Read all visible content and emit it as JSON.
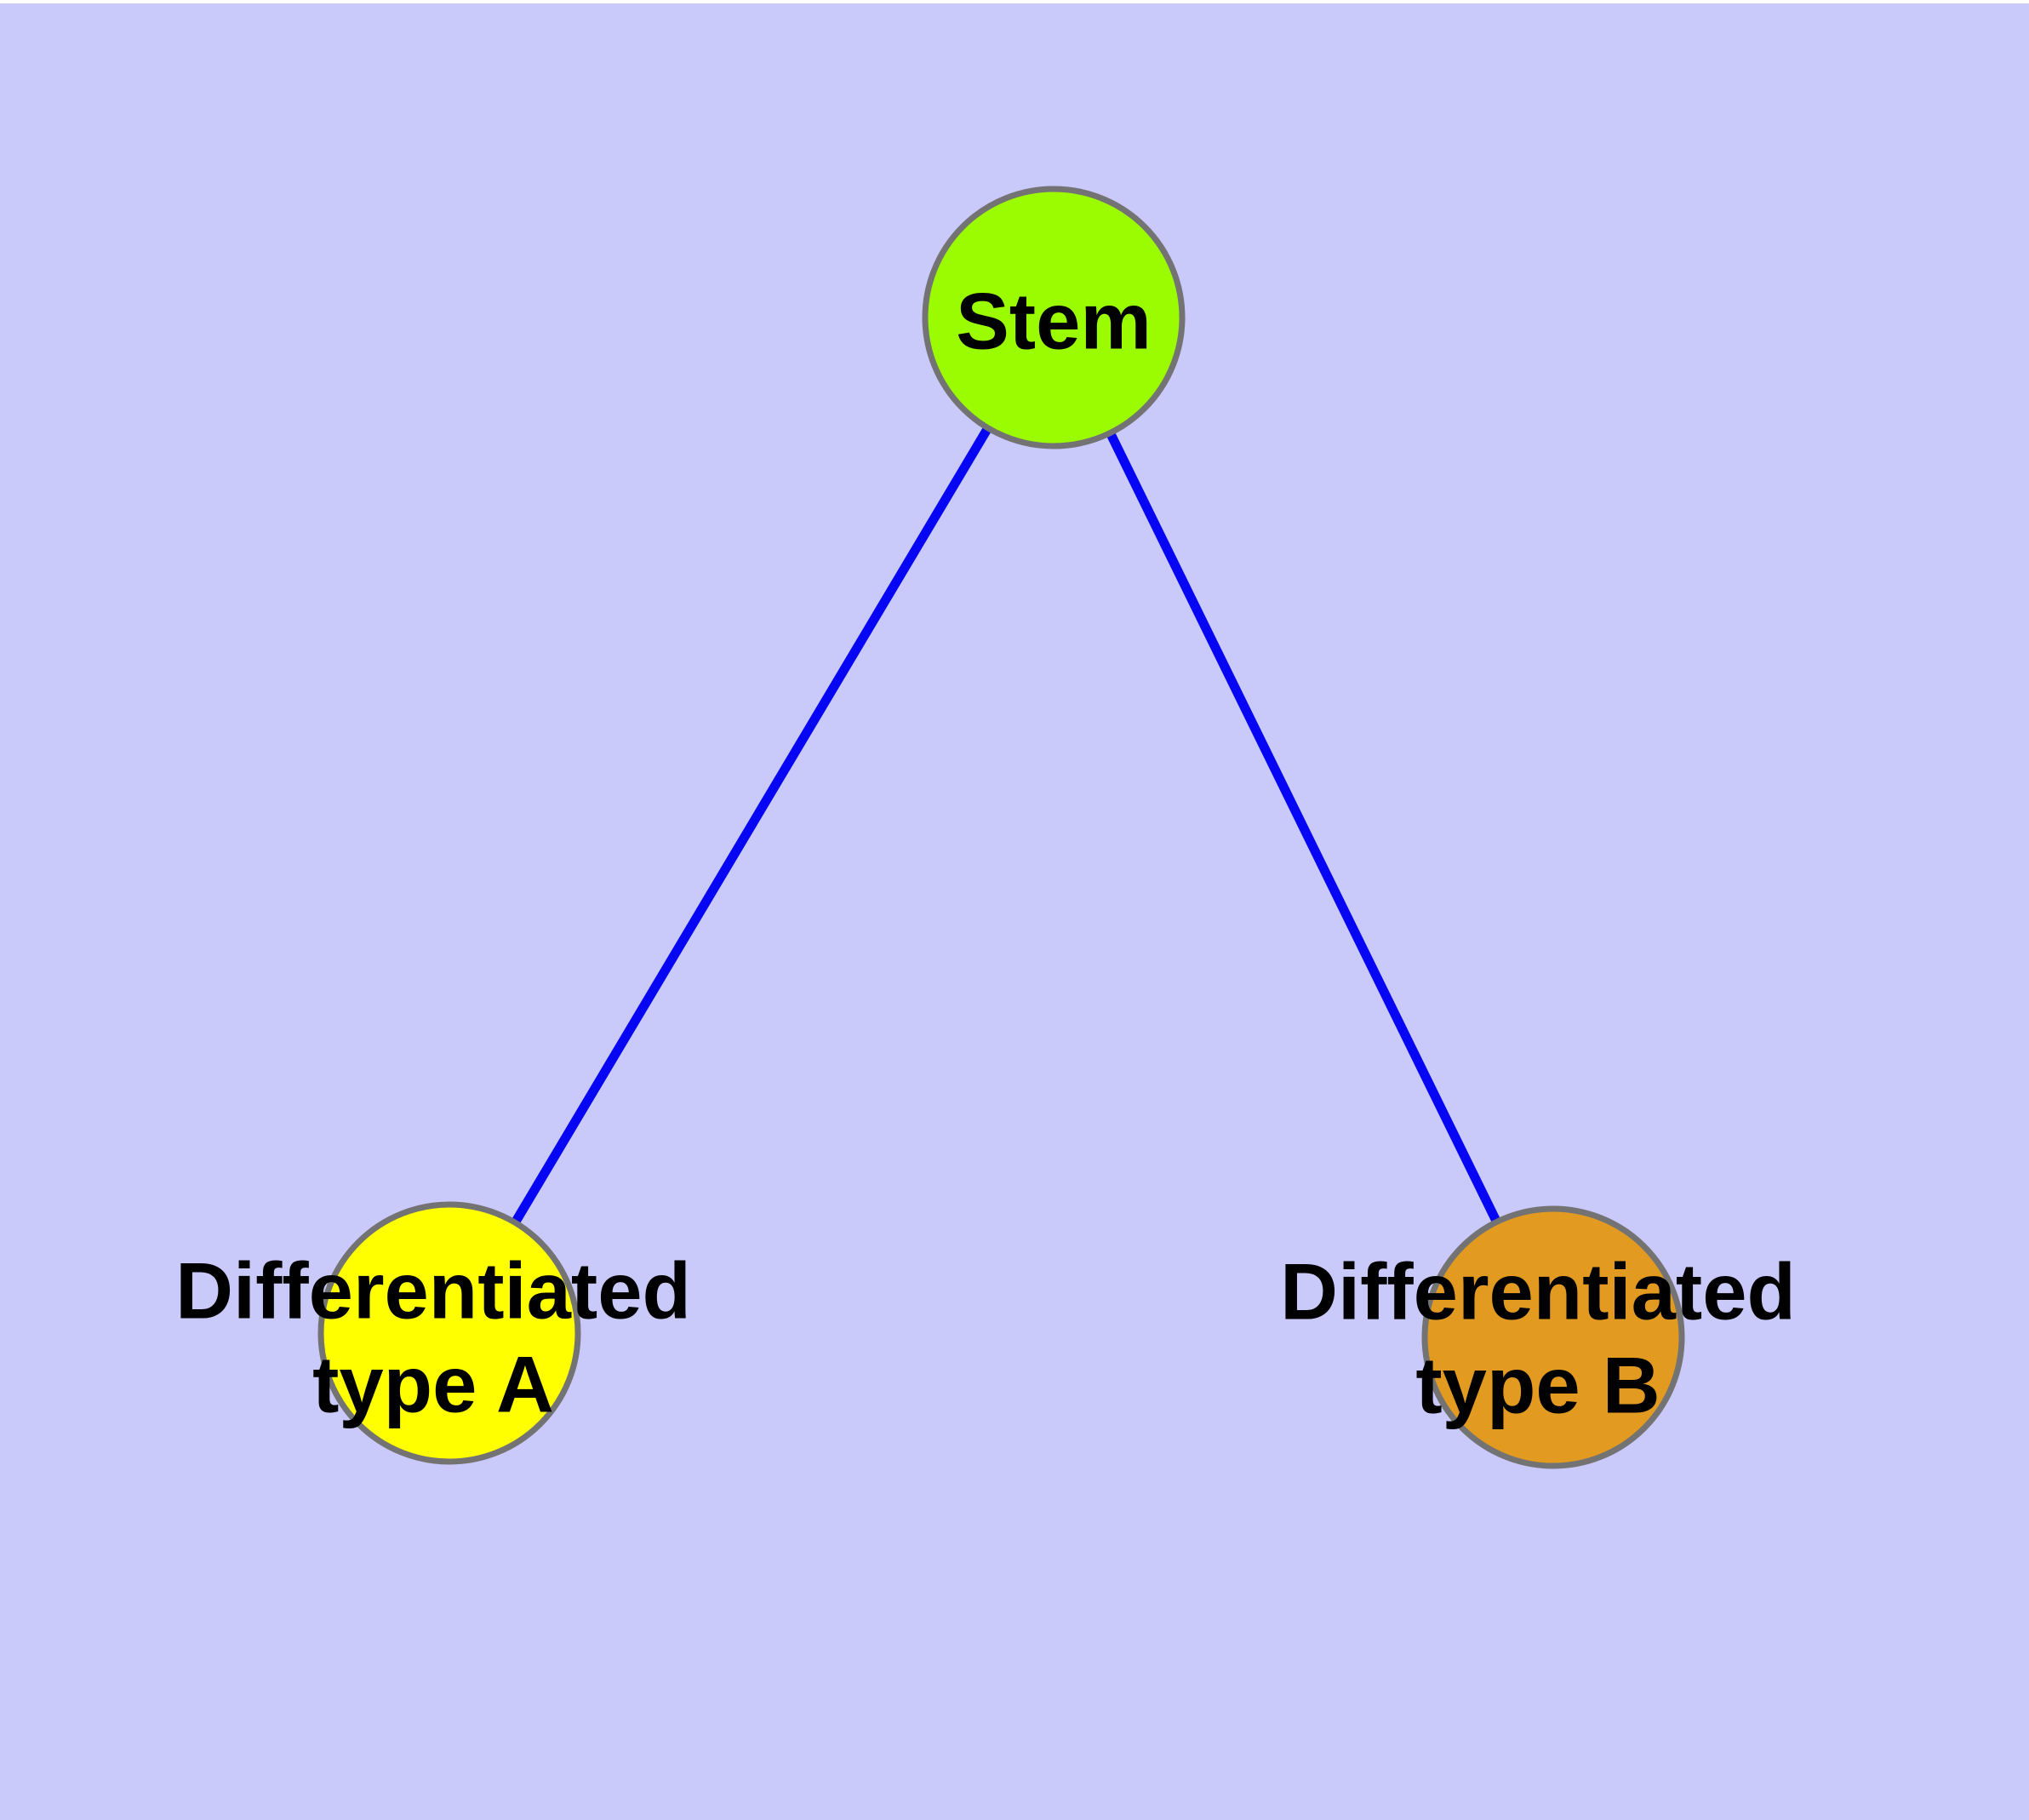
{
  "diagram": {
    "type": "node-link-graph",
    "colors": {
      "background": "#C9C9FA",
      "top_margin": "#FFFFFF",
      "edge": "#0606F5",
      "node_border": "#737373",
      "label_text": "#000000"
    },
    "nodes": [
      {
        "id": "stem",
        "label": "Stem",
        "label_lines": {
          "0": "Stem"
        },
        "fill": "#9BFB00"
      },
      {
        "id": "differentiated-type-a",
        "label": "Differentiated type A",
        "label_lines": {
          "0": "Differentiated",
          "1": "type A"
        },
        "fill": "#FFFF00"
      },
      {
        "id": "differentiated-type-b",
        "label": "Differentiated type B",
        "label_lines": {
          "0": "Differentiated",
          "1": "type B"
        },
        "fill": "#E29A21"
      }
    ],
    "edges": [
      {
        "from": "stem",
        "to": "differentiated-type-a"
      },
      {
        "from": "stem",
        "to": "differentiated-type-b"
      }
    ]
  }
}
